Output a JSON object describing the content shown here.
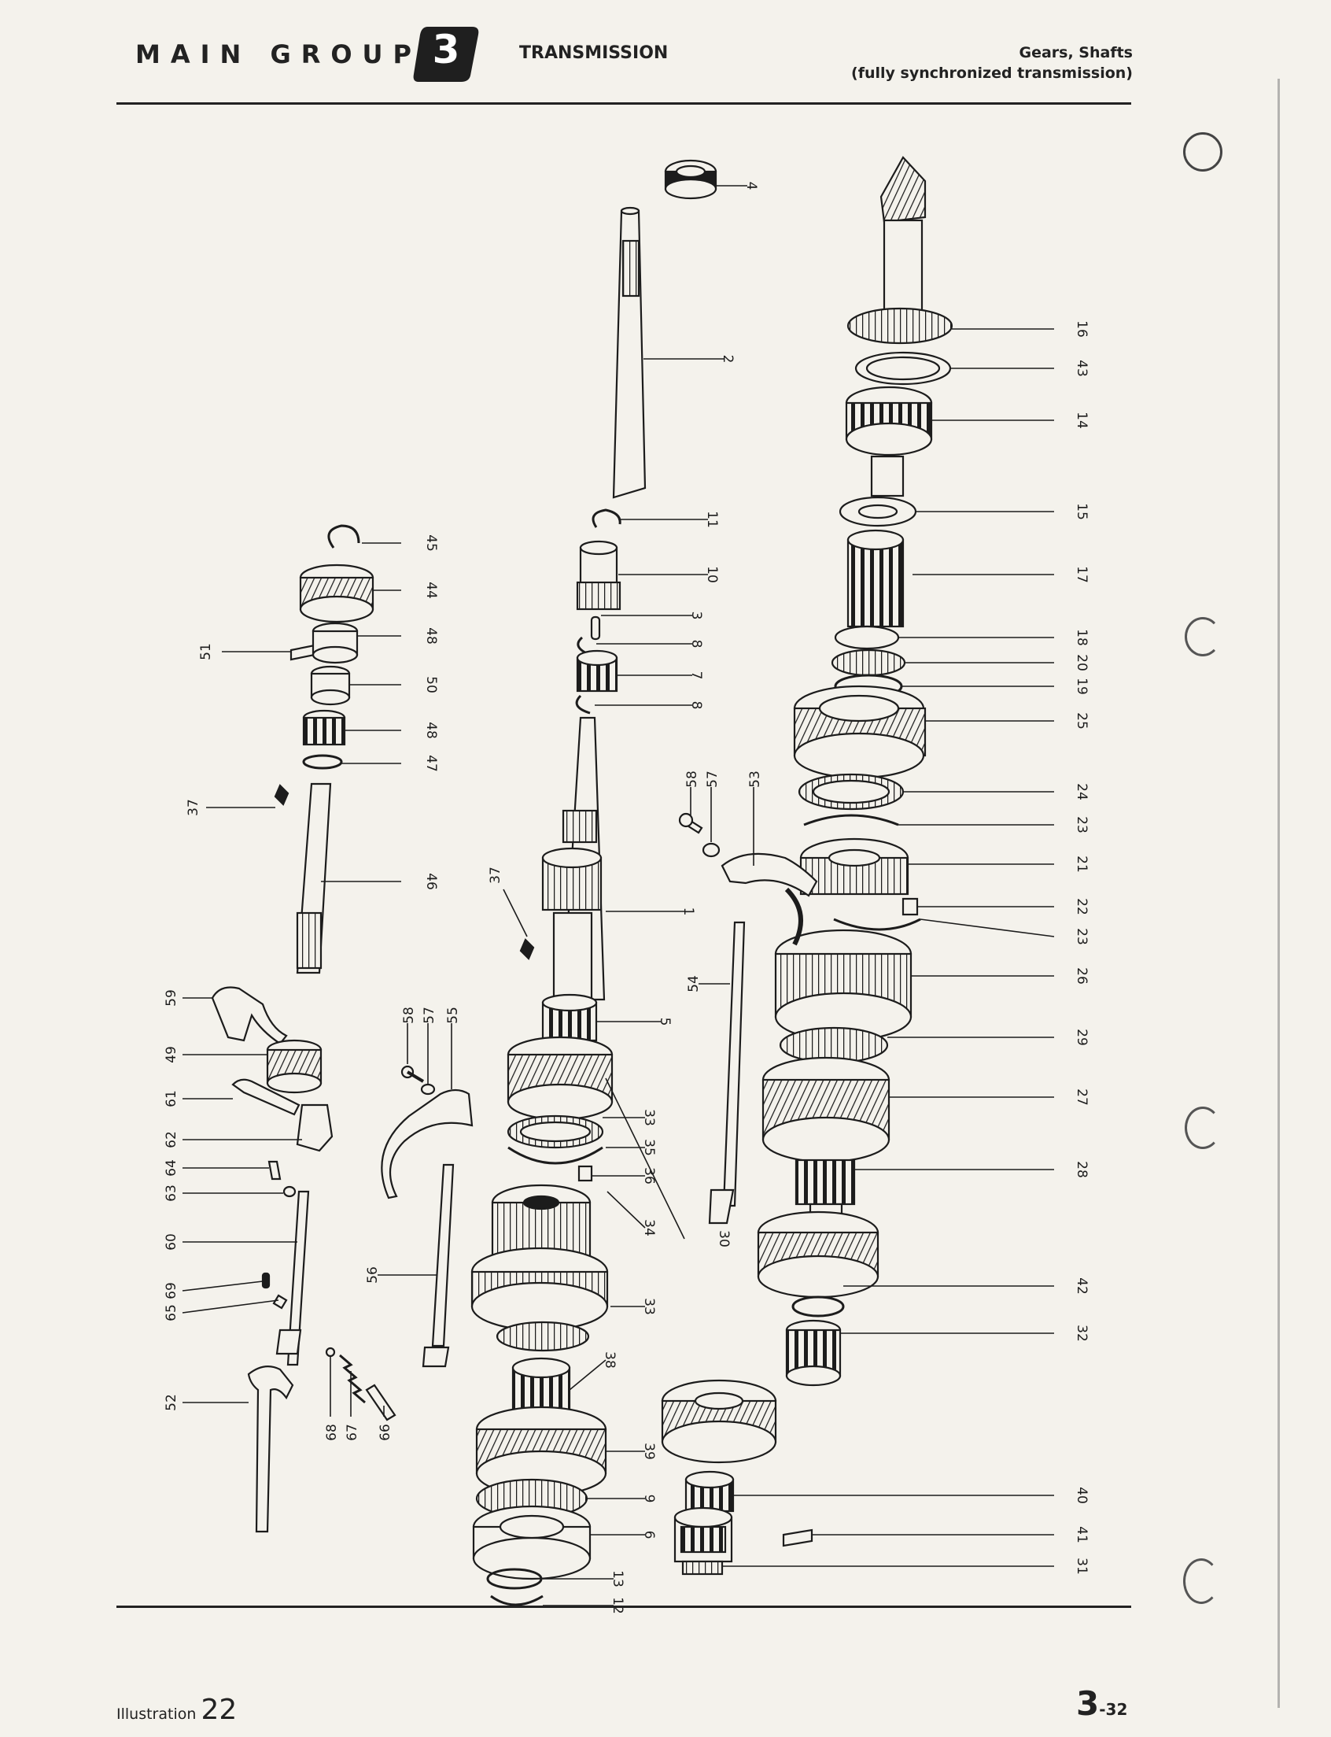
{
  "header": {
    "group_label": "MAIN GROUP",
    "group_number": "3",
    "section": "TRANSMISSION",
    "subtitle_line1": "Gears, Shafts",
    "subtitle_line2": "(fully synchronized transmission)"
  },
  "footer": {
    "illustration_label": "Illustration",
    "illustration_number": "22",
    "page_main": "3",
    "page_sub": "-32"
  },
  "callouts": [
    "4",
    "2",
    "11",
    "10",
    "3",
    "8",
    "7",
    "8",
    "1",
    "5",
    "33",
    "35",
    "36",
    "34",
    "33",
    "38",
    "39",
    "9",
    "6",
    "13",
    "12",
    "30",
    "16",
    "43",
    "14",
    "15",
    "17",
    "18",
    "20",
    "19",
    "25",
    "24",
    "23",
    "21",
    "22",
    "23",
    "26",
    "29",
    "27",
    "28",
    "42",
    "32",
    "40",
    "41",
    "31",
    "58",
    "57",
    "53",
    "54",
    "58",
    "57",
    "55",
    "56",
    "45",
    "44",
    "48",
    "51",
    "50",
    "48",
    "47",
    "37",
    "46",
    "37",
    "59",
    "49",
    "61",
    "62",
    "64",
    "63",
    "60",
    "69",
    "65",
    "52",
    "68",
    "67",
    "66"
  ]
}
